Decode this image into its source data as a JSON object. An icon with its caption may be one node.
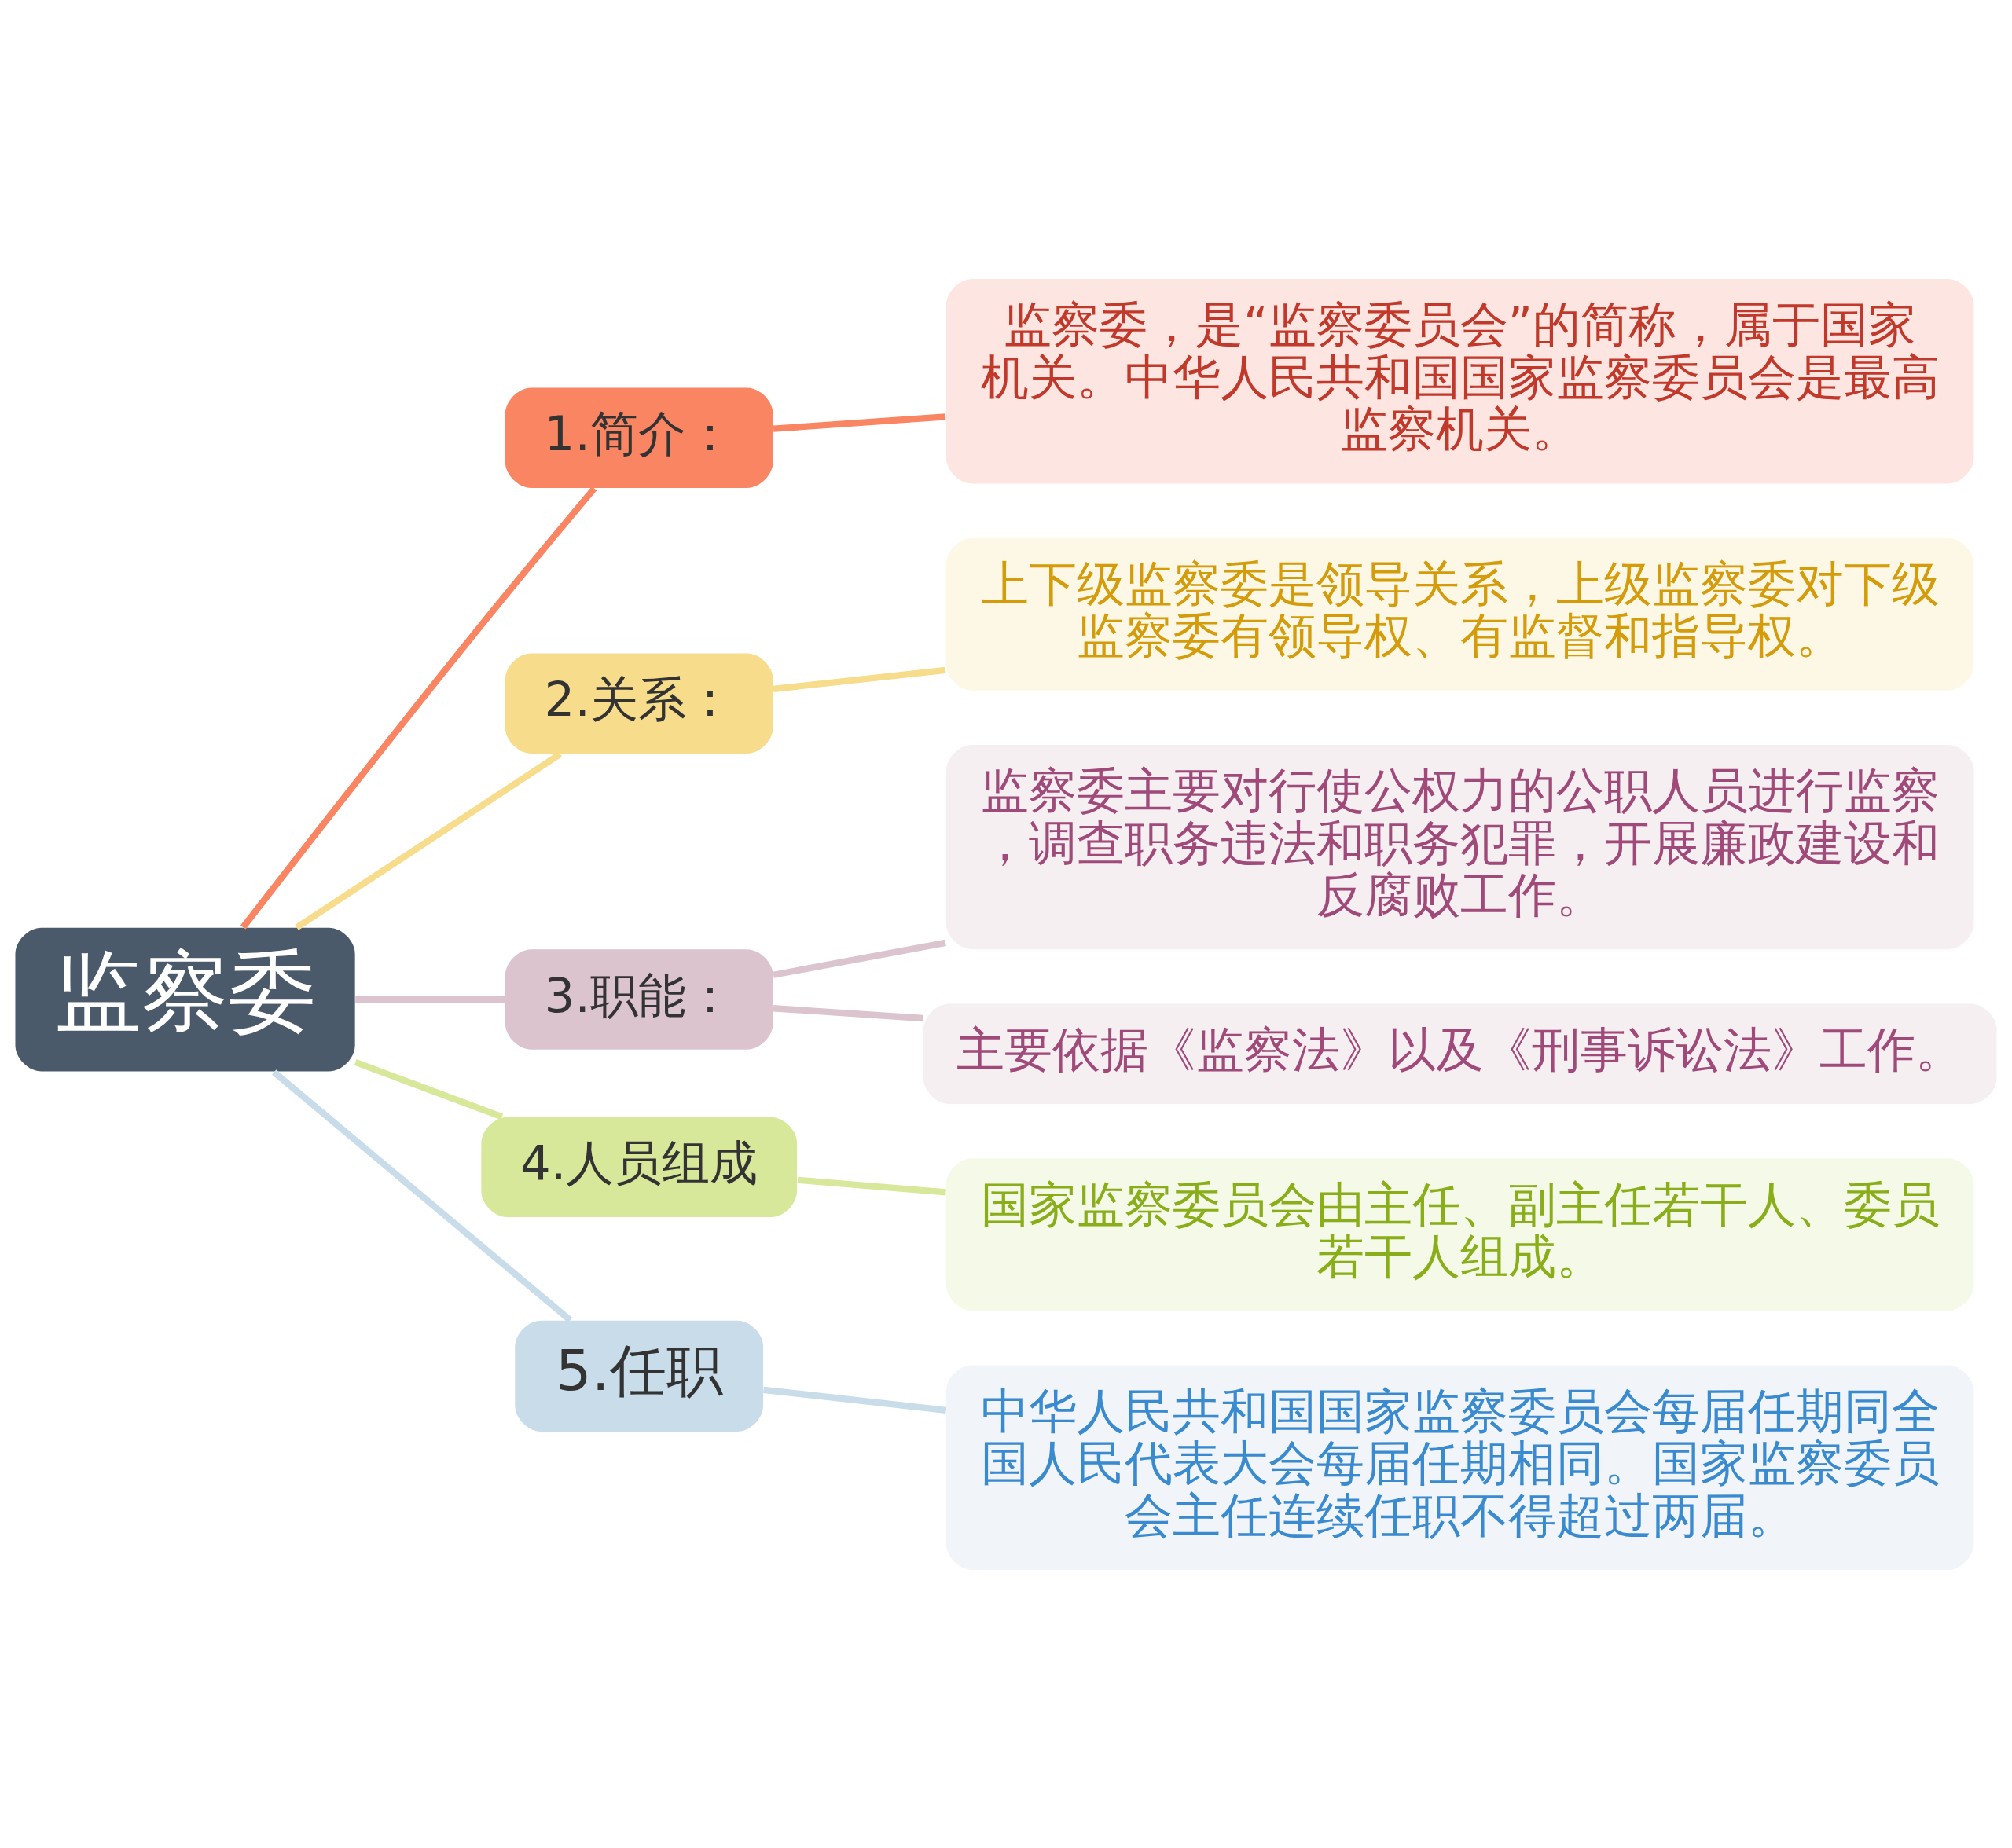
{
  "diagram": {
    "nodes": [
      {
        "text": [
          "监察委"
        ]
      },
      {
        "text": [
          "1.简介："
        ]
      },
      {
        "text": [
          "监察委，是“监察委员会”的简称，属于国家机关。中华人民共和国国家监察委员会是最高监察机关。"
        ]
      },
      {
        "text": [
          "2.关系："
        ]
      },
      {
        "text": [
          "上下级监察委是领导关系，上级监察委对下级监察委有领导权、有监督和指导权。"
        ]
      },
      {
        "text": [
          "3.职能："
        ]
      },
      {
        "text": [
          "监察委主要对行使公权力的公职人员进行监察，调查职务违法和职务犯罪，开展廉政建设和反腐败工作。"
        ]
      },
      {
        "text": [
          "主要依据《监察法》以及《刑事诉讼法》工作。"
        ]
      },
      {
        "text": [
          "4.人员组成"
        ]
      },
      {
        "text": [
          "国家监察委员会由主任、副主任若干人、委员若干人组成。"
        ]
      },
      {
        "text": [
          "5.任职"
        ]
      },
      {
        "text": [
          "中华人民共和国国家监察委员会每届任期同全国人民代表大会每届任期相同。国家监察委员会主任连续任职不得超过两届。"
        ]
      }
    ],
    "edges": [
      {
        "from": 0,
        "to": 1,
        "arrow": "none",
        "color": "#f98563"
      },
      {
        "from": 1,
        "to": 2,
        "arrow": "none",
        "color": "#f98563"
      },
      {
        "from": 0,
        "to": 3,
        "arrow": "none",
        "color": "#f7dc8c"
      },
      {
        "from": 3,
        "to": 4,
        "arrow": "none",
        "color": "#f7dc8c"
      },
      {
        "from": 0,
        "to": 5,
        "arrow": "none",
        "color": "#dcc4cf"
      },
      {
        "from": 5,
        "to": 6,
        "arrow": "none",
        "color": "#dcc4cf"
      },
      {
        "from": 5,
        "to": 7,
        "arrow": "none",
        "color": "#dcc4cf"
      },
      {
        "from": 0,
        "to": 8,
        "arrow": "none",
        "color": "#d8e89a"
      },
      {
        "from": 8,
        "to": 9,
        "arrow": "none",
        "color": "#d8e89a"
      },
      {
        "from": 0,
        "to": 10,
        "arrow": "none",
        "color": "#c9dcea"
      },
      {
        "from": 10,
        "to": 11,
        "arrow": "none",
        "color": "#c9dcea"
      }
    ]
  }
}
